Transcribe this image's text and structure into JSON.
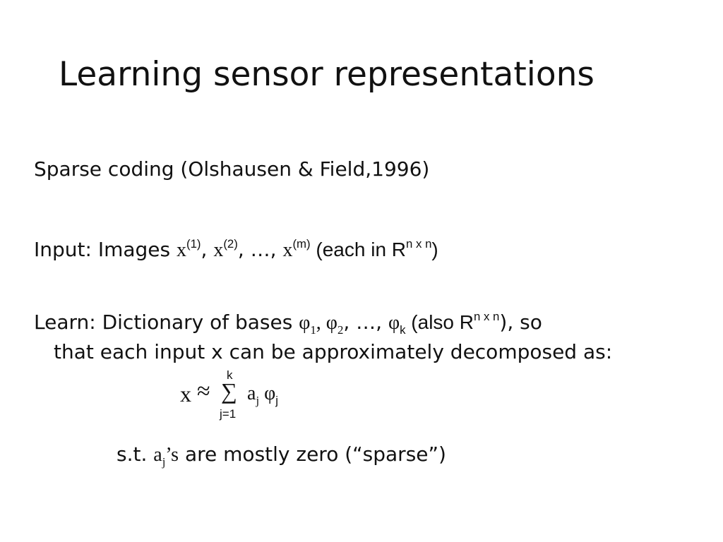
{
  "slide": {
    "title": "Learning sensor representations",
    "sparse_line": "Sparse coding (Olshausen & Field,1996)",
    "input": {
      "label": "Input: Images ",
      "x": "x",
      "sup1": "(1)",
      "sep1": ", ",
      "sup2": "(2)",
      "sep2": ", …, ",
      "supm": "(m)",
      "each_prefix": " (each in R",
      "each_sup": "n x n",
      "each_suffix": ")"
    },
    "learn": {
      "label": "Learn: Dictionary of bases ",
      "phi": "φ",
      "sub1": "1",
      "sep1": ", ",
      "sub2": "2",
      "sep2": ", …, ",
      "subk": "k",
      "also_prefix": " (also R",
      "also_sup": "n x n",
      "also_suffix": "), so",
      "line2": "that each input x can be approximately decomposed as:"
    },
    "formula": {
      "x": "x",
      "approx": "≈",
      "sigma": "∑",
      "upper": "k",
      "lower": "j=1",
      "a": "a",
      "a_sub": "j",
      "phi": "φ",
      "phi_sub": "j"
    },
    "st": {
      "prefix": "s.t. ",
      "a": "a",
      "a_sub": "j",
      "apos_s": "’s",
      "suffix": " are mostly zero (“sparse”)"
    }
  }
}
